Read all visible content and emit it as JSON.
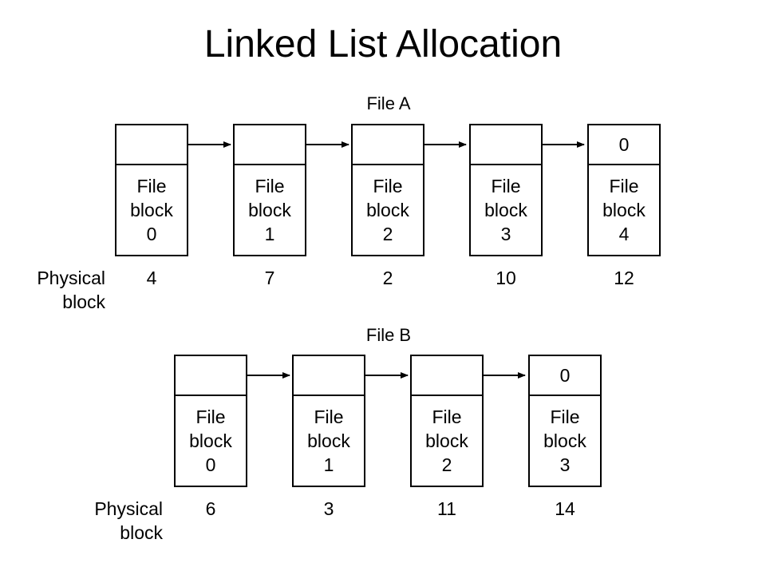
{
  "title": "Linked List Allocation",
  "physical_label_line1": "Physical",
  "physical_label_line2": "block",
  "files": [
    {
      "name": "File A",
      "blocks": [
        {
          "pointer": "",
          "line1": "File",
          "line2": "block",
          "index": "0",
          "physical": "4"
        },
        {
          "pointer": "",
          "line1": "File",
          "line2": "block",
          "index": "1",
          "physical": "7"
        },
        {
          "pointer": "",
          "line1": "File",
          "line2": "block",
          "index": "2",
          "physical": "2"
        },
        {
          "pointer": "",
          "line1": "File",
          "line2": "block",
          "index": "3",
          "physical": "10"
        },
        {
          "pointer": "0",
          "line1": "File",
          "line2": "block",
          "index": "4",
          "physical": "12"
        }
      ]
    },
    {
      "name": "File B",
      "blocks": [
        {
          "pointer": "",
          "line1": "File",
          "line2": "block",
          "index": "0",
          "physical": "6"
        },
        {
          "pointer": "",
          "line1": "File",
          "line2": "block",
          "index": "1",
          "physical": "3"
        },
        {
          "pointer": "",
          "line1": "File",
          "line2": "block",
          "index": "2",
          "physical": "11"
        },
        {
          "pointer": "0",
          "line1": "File",
          "line2": "block",
          "index": "3",
          "physical": "14"
        }
      ]
    }
  ]
}
